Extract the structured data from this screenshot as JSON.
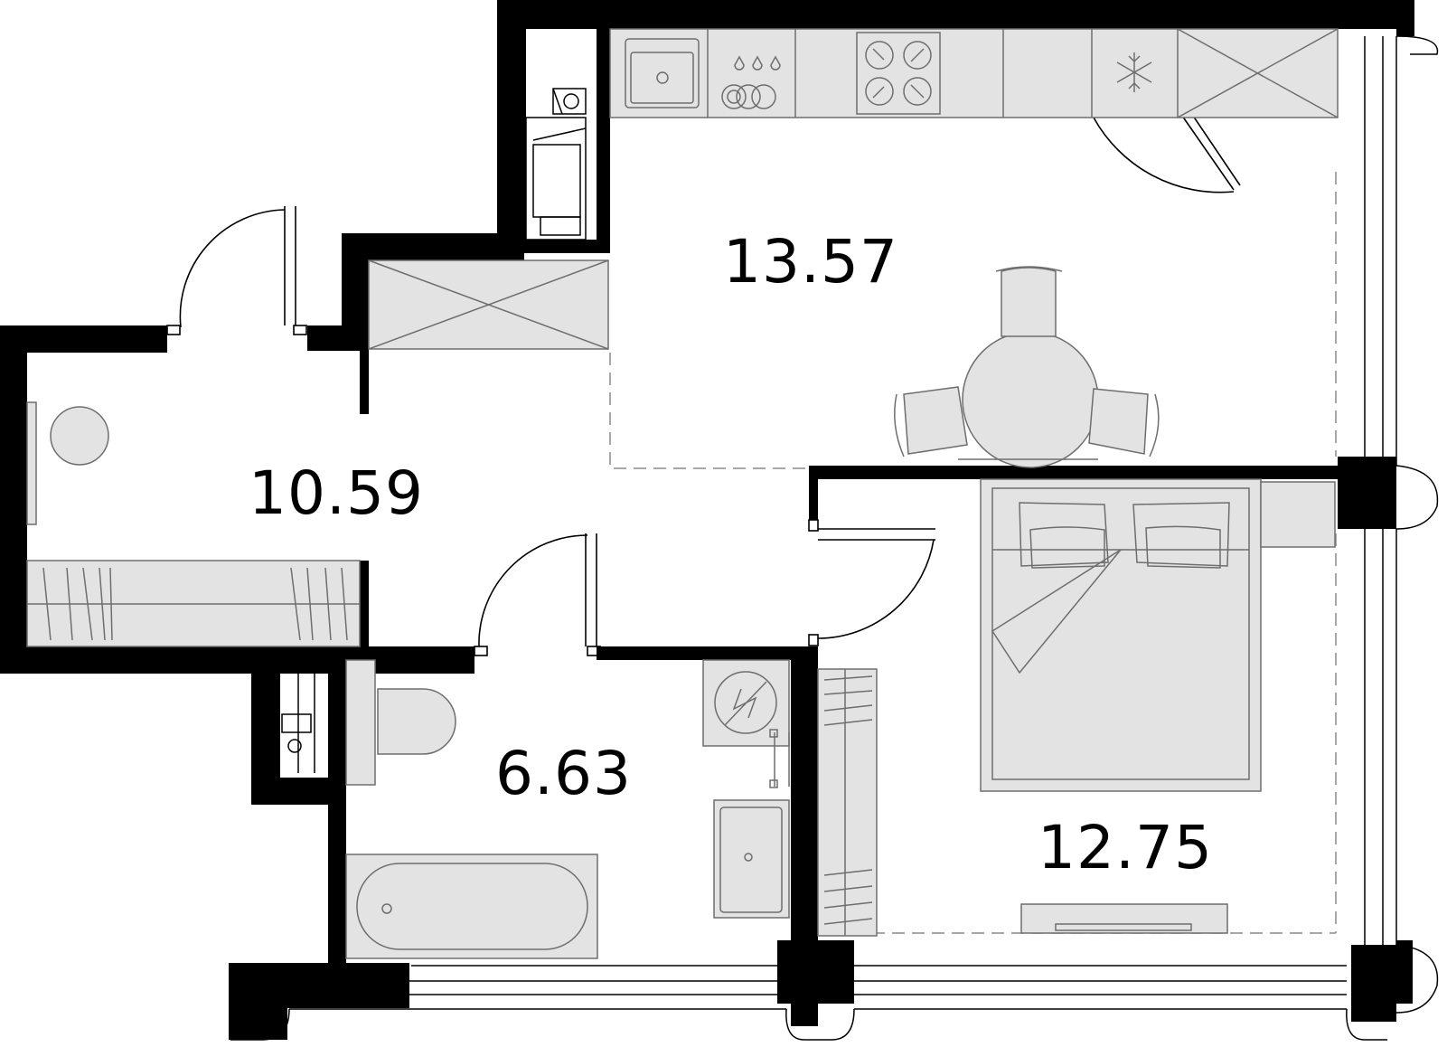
{
  "colors": {
    "wall": "#000000",
    "furniture_fill": "#e3e3e3",
    "furniture_stroke": "#6e6e6e",
    "background": "#ffffff"
  },
  "rooms": [
    {
      "name": "kitchen-living",
      "area": "13.57"
    },
    {
      "name": "hallway",
      "area": "10.59"
    },
    {
      "name": "bathroom",
      "area": "6.63"
    },
    {
      "name": "bedroom",
      "area": "12.75"
    }
  ],
  "icons": [
    "sink-icon",
    "water-drops-icon",
    "dishes-icon",
    "cooktop-icon",
    "snowflake-icon",
    "washing-machine-icon",
    "boiler-icon"
  ]
}
